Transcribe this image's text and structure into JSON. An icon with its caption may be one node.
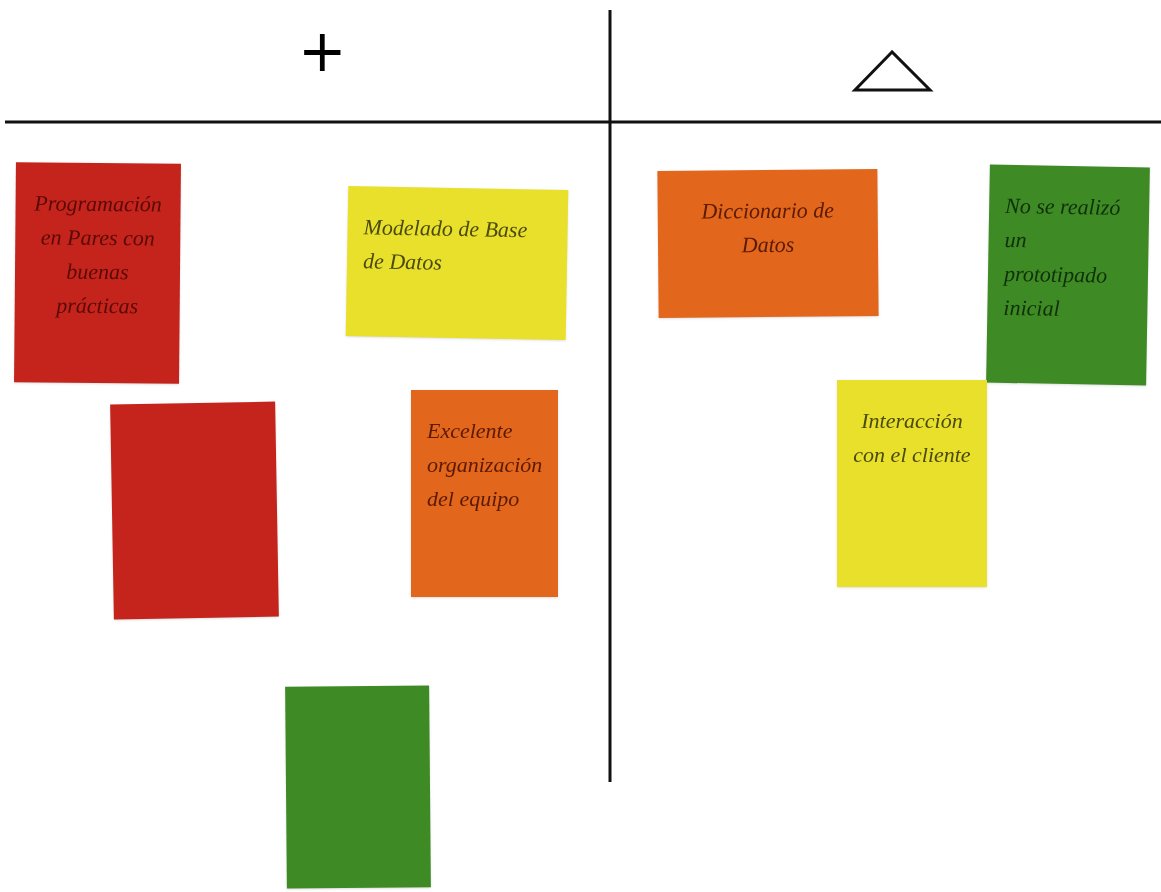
{
  "diagram": {
    "nodes": [
      {
        "text": [
          "Programación en Pares con buenas prácticas"
        ]
      },
      {
        "text": [
          "Modelado de Base de Datos"
        ]
      },
      {
        "text": [],
        "shape": "box"
      },
      {
        "text": [
          "Excelente organización del equipo"
        ]
      },
      {
        "text": [],
        "shape": "box"
      },
      {
        "text": [
          "Diccionario de Datos"
        ]
      },
      {
        "text": [
          "No se realizó un prototipado inicial"
        ]
      },
      {
        "text": [
          "Interacción con el cliente"
        ]
      }
    ],
    "labels": [
      "+"
    ]
  }
}
